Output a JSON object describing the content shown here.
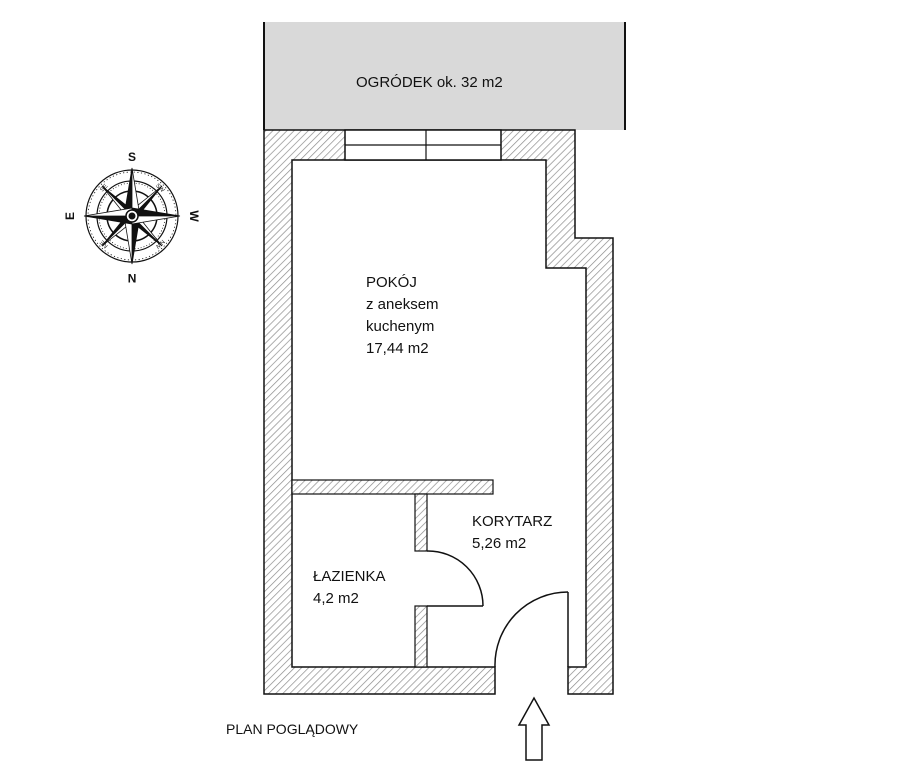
{
  "garden": {
    "label": "OGRÓDEK ok. 32 m2"
  },
  "rooms": {
    "living": {
      "lines": [
        "POKÓJ",
        "z aneksem",
        "kuchenym",
        "17,44 m2"
      ]
    },
    "corridor": {
      "lines": [
        "KORYTARZ",
        "5,26 m2"
      ]
    },
    "bathroom": {
      "lines": [
        "ŁAZIENKA",
        "4,2 m2"
      ]
    }
  },
  "plan_caption": "PLAN POGLĄDOWY",
  "compass": {
    "cardinals": {
      "top": "S",
      "bottom": "N",
      "left": "E",
      "right": "W"
    },
    "intercardinals": {
      "top_left": "SE",
      "top_right": "SW",
      "bottom_left": "NE",
      "bottom_right": "NW"
    }
  },
  "entrance": {
    "icon": "entrance-arrow-icon"
  },
  "colors": {
    "garden_fill": "#d9d9d9",
    "wall_hatch": "#888888",
    "ink": "#111111"
  }
}
